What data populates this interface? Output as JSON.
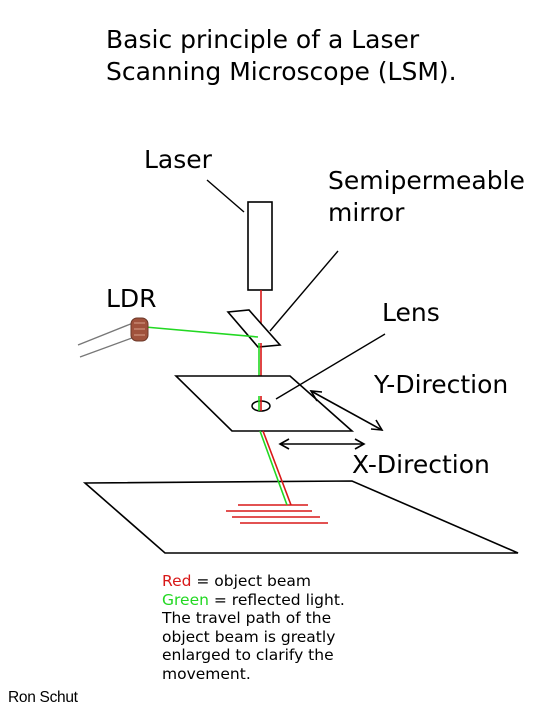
{
  "title": {
    "line1": "Basic principle of a Laser",
    "line2": "Scanning Microscope (LSM)."
  },
  "labels": {
    "laser": "Laser",
    "mirror_line1": "Semipermeable",
    "mirror_line2": "mirror",
    "ldr": "LDR",
    "lens": "Lens",
    "y_direction": "Y-Direction",
    "x_direction": "X-Direction"
  },
  "legend": {
    "red_word": "Red",
    "red_rest": " = object beam",
    "green_word": "Green",
    "green_rest": " = reflected light.",
    "note_lines": [
      "The travel path of the",
      "object beam is greatly",
      "enlarged to clarify the",
      "movement."
    ]
  },
  "author": "Ron Schut",
  "colors": {
    "object_beam": "#d81818",
    "reflected_light": "#22d822",
    "ldr_body": "#a0523c"
  }
}
